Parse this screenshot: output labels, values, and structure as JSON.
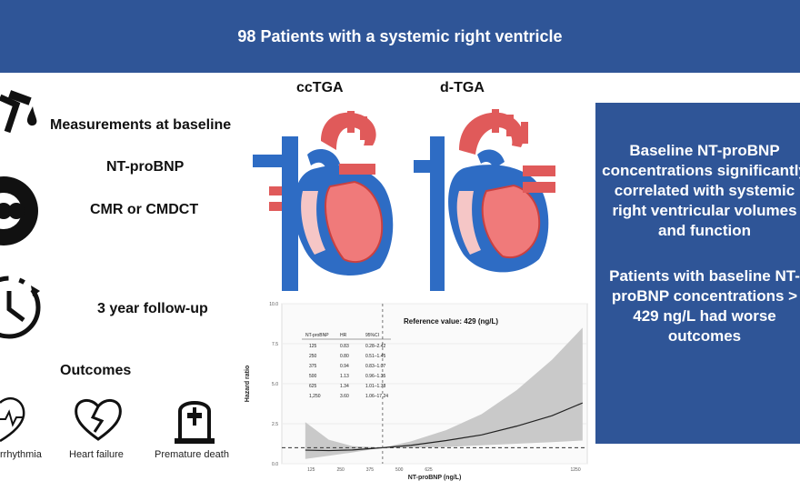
{
  "banner": {
    "title": "98 Patients with a systemic right ventricle"
  },
  "left": {
    "measurements": "Measurements at baseline",
    "ntprobnp": "NT-proBNP",
    "cmr": "CMR or CMDCT",
    "followup": "3 year follow-up",
    "outcomes": "Outcomes",
    "outcome_items": [
      "rrhythmia",
      "Heart failure",
      "Premature death"
    ]
  },
  "hearts": {
    "left_label": "ccTGA",
    "right_label": "d-TGA"
  },
  "conclusions": {
    "first": "Baseline NT-proBNP concentrations significantly correlated with systemic right ventricular volumes and function",
    "second": "Patients with baseline NT-proBNP concentrations > 429 ng/L had worse outcomes"
  },
  "colors": {
    "banner": "#2f5597",
    "artery": "#e05a5a",
    "vein": "#2e6cc4"
  },
  "chart_data": {
    "type": "line",
    "xlabel": "NT-proBNP (ng/L)",
    "ylabel": "Hazard ratio",
    "annotation": "Reference value: 429 (ng/L)",
    "reference_x": 429,
    "reference_y": 1.0,
    "xlim": [
      0,
      1300
    ],
    "ylim": [
      0,
      10
    ],
    "y_ticks": [
      "0.0",
      "2.5",
      "5.0",
      "7.5",
      "10.0"
    ],
    "y_tick_values": [
      0,
      2.5,
      5,
      7.5,
      10
    ],
    "x_ticks": [
      "125",
      "250",
      "375",
      "500",
      "625",
      "1250"
    ],
    "x_tick_values": [
      125,
      250,
      375,
      500,
      625,
      1250
    ],
    "series": [
      {
        "x": [
          100,
          200,
          300,
          429,
          550,
          700,
          850,
          1000,
          1150,
          1280
        ],
        "y": [
          0.85,
          0.82,
          0.86,
          1.0,
          1.15,
          1.45,
          1.8,
          2.35,
          3.0,
          3.8
        ],
        "lower": [
          0.3,
          0.5,
          0.7,
          1.0,
          1.0,
          1.05,
          1.15,
          1.25,
          1.35,
          1.45
        ],
        "upper": [
          2.6,
          1.5,
          1.1,
          1.0,
          1.4,
          2.1,
          3.1,
          4.6,
          6.5,
          8.5
        ]
      }
    ],
    "table": {
      "headers": [
        "NT-proBNP",
        "HR",
        "95%CI"
      ],
      "rows": [
        [
          "125",
          "0.83",
          "0.28–2.42"
        ],
        [
          "250",
          "0.80",
          "0.51–1.45"
        ],
        [
          "375",
          "0.94",
          "0.83–1.07"
        ],
        [
          "500",
          "1.13",
          "0.96–1.35"
        ],
        [
          "625",
          "1.34",
          "1.01–1.78"
        ],
        [
          "1,250",
          "3.60",
          "1.06–17.24"
        ]
      ]
    }
  }
}
